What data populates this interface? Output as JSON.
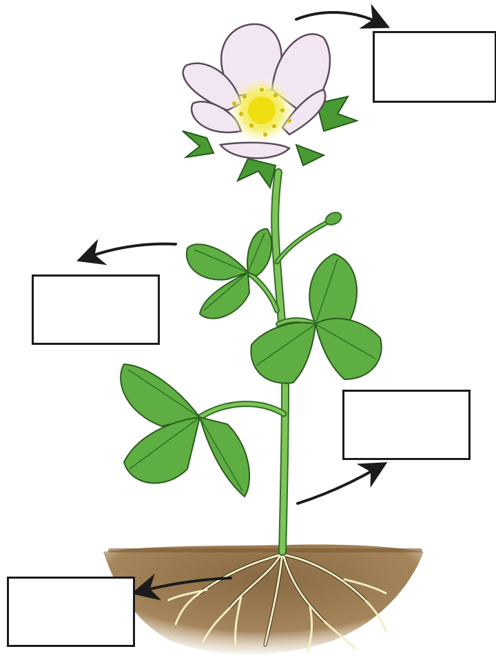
{
  "diagram": {
    "subject": "flowering plant",
    "label_boxes": [
      {
        "id": "flower",
        "text": ""
      },
      {
        "id": "leaf",
        "text": ""
      },
      {
        "id": "stem",
        "text": ""
      },
      {
        "id": "root",
        "text": ""
      }
    ]
  },
  "colors": {
    "petal": "#f3e6f3",
    "petal_edge": "#5a4a5a",
    "flower_center": "#f3ea3a",
    "leaf": "#5fae43",
    "leaf_dark": "#2f6f24",
    "stem": "#6fb54c",
    "soil": "#8a6a43",
    "root": "#f4f0c4",
    "box_border": "#1b1b1b",
    "arrow": "#1b1b1b"
  }
}
